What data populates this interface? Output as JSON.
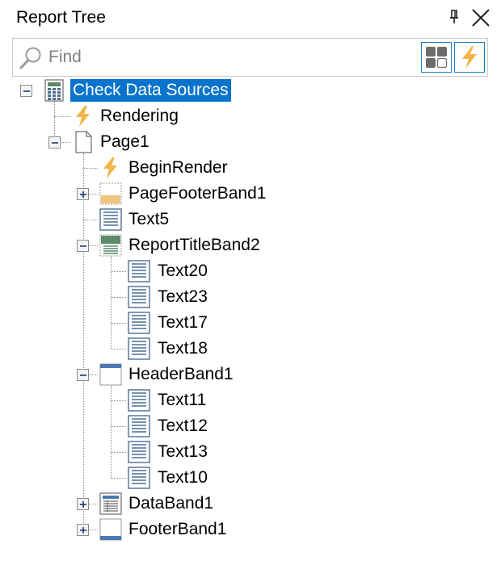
{
  "panel": {
    "title": "Report Tree",
    "pin_icon": "pin-icon",
    "close_icon": "close-icon"
  },
  "search": {
    "placeholder": "Find",
    "value": "",
    "icon": "search-icon",
    "toggle_buttons": [
      {
        "icon": "grid-view-icon"
      },
      {
        "icon": "events-lightning-icon"
      }
    ]
  },
  "tree": {
    "nodes": [
      {
        "label": "Check Data Sources",
        "icon": "report-calculator-icon",
        "expander": "collapse",
        "selected": true
      },
      {
        "label": "Rendering",
        "icon": "lightning-icon"
      },
      {
        "label": "Page1",
        "icon": "page-icon",
        "expander": "collapse"
      },
      {
        "label": "BeginRender",
        "icon": "lightning-icon"
      },
      {
        "label": "PageFooterBand1",
        "icon": "page-footer-band-icon",
        "expander": "expand"
      },
      {
        "label": "Text5",
        "icon": "text-icon"
      },
      {
        "label": "ReportTitleBand2",
        "icon": "report-title-band-icon",
        "expander": "collapse"
      },
      {
        "label": "Text20",
        "icon": "text-icon"
      },
      {
        "label": "Text23",
        "icon": "text-icon"
      },
      {
        "label": "Text17",
        "icon": "text-icon"
      },
      {
        "label": "Text18",
        "icon": "text-icon"
      },
      {
        "label": "HeaderBand1",
        "icon": "header-band-icon",
        "expander": "collapse"
      },
      {
        "label": "Text11",
        "icon": "text-icon"
      },
      {
        "label": "Text12",
        "icon": "text-icon"
      },
      {
        "label": "Text13",
        "icon": "text-icon"
      },
      {
        "label": "Text10",
        "icon": "text-icon"
      },
      {
        "label": "DataBand1",
        "icon": "data-band-icon",
        "expander": "expand"
      },
      {
        "label": "FooterBand1",
        "icon": "footer-band-icon",
        "expander": "expand"
      }
    ]
  },
  "colors": {
    "selection": "#0a74cc",
    "accent_blue": "#1f7fc4",
    "lightning": "#f0b54a",
    "band_orange": "#f0c47c",
    "text_icon_blue": "#4a6f94"
  }
}
